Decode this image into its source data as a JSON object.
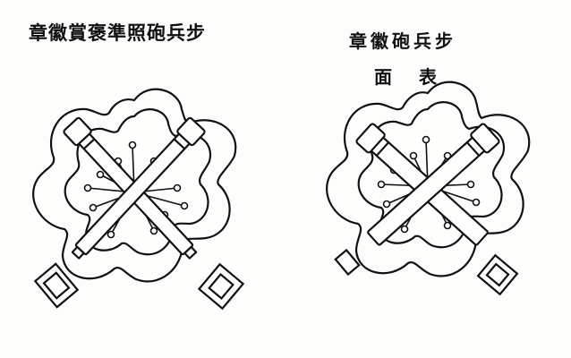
{
  "captions": {
    "left_title": "章徽賞褒準照砲兵步",
    "right_title": "章徽砲兵步",
    "right_subtitle": "面表"
  },
  "figures": [
    {
      "name": "award-badge-illustration",
      "depicts": "cherry-blossom-crossed-cannons"
    },
    {
      "name": "artillery-badge-front-illustration",
      "depicts": "cherry-blossom-crossed-cannons"
    }
  ],
  "colors": {
    "ink": "#111111",
    "paper": "#fdfdfb"
  }
}
